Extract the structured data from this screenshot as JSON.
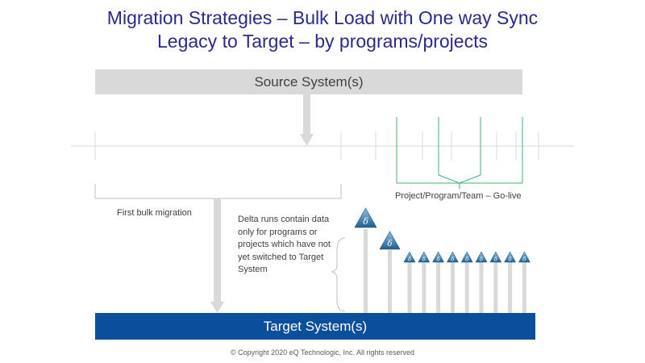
{
  "title": {
    "line1": "Migration Strategies – Bulk Load with One way Sync",
    "line2": "Legacy to Target – by programs/projects"
  },
  "source_system": "Source System(s)",
  "target_system": "Target System(s)",
  "labels": {
    "first_bulk": "First bulk migration",
    "golive": "Project/Program/Team – Go-live",
    "delta_note": "Delta runs contain data only for programs or projects which have not yet switched to Target System"
  },
  "delta_icon_symbol": "δ",
  "delta_icon_count": 11,
  "golive_marker_count": 4,
  "copyright": "© Copyright 2020 eQ Technologic, Inc. All rights reserved",
  "colors": {
    "title": "#2b2a8c",
    "target_bar": "#0b4f9c",
    "source_bar": "#d9d9d9",
    "golive_lines": "#3cb371",
    "arrows": "#d9d9d9",
    "delta_triangle": "#4a90b8"
  }
}
